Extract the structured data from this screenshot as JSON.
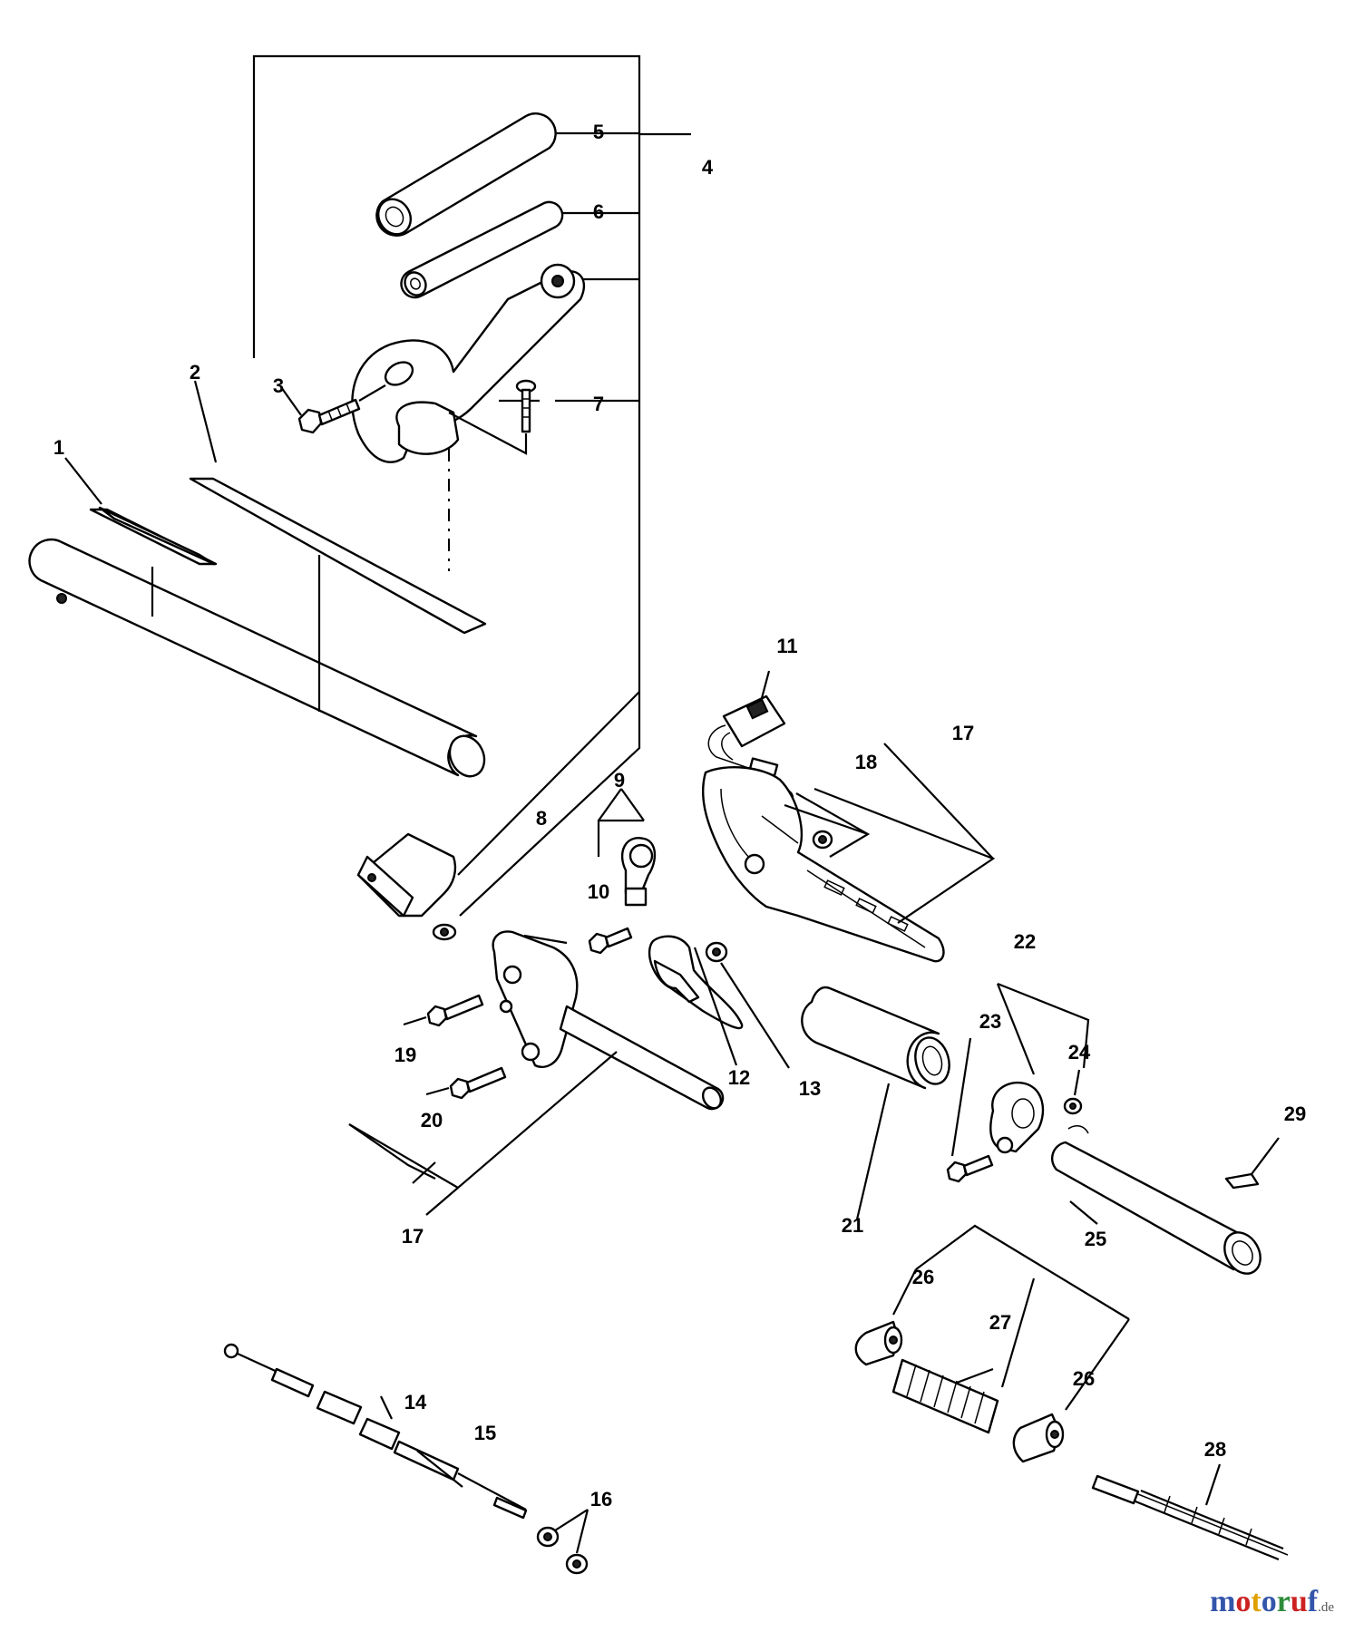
{
  "callouts": [
    "1",
    "2",
    "3",
    "4",
    "5",
    "6",
    "7",
    "8",
    "9",
    "10",
    "11",
    "12",
    "13",
    "14",
    "15",
    "16",
    "17",
    "17",
    "18",
    "19",
    "20",
    "21",
    "22",
    "23",
    "24",
    "25",
    "26",
    "26",
    "27",
    "28",
    "29"
  ],
  "watermark": {
    "letters": [
      {
        "ch": "m",
        "color": "#3355aa"
      },
      {
        "ch": "o",
        "color": "#cc2222"
      },
      {
        "ch": "t",
        "color": "#e0a000"
      },
      {
        "ch": "o",
        "color": "#3355aa"
      },
      {
        "ch": "r",
        "color": "#2e8b3a"
      },
      {
        "ch": "u",
        "color": "#cc2222"
      },
      {
        "ch": "f",
        "color": "#3355aa"
      }
    ],
    "suffix": ".de"
  }
}
